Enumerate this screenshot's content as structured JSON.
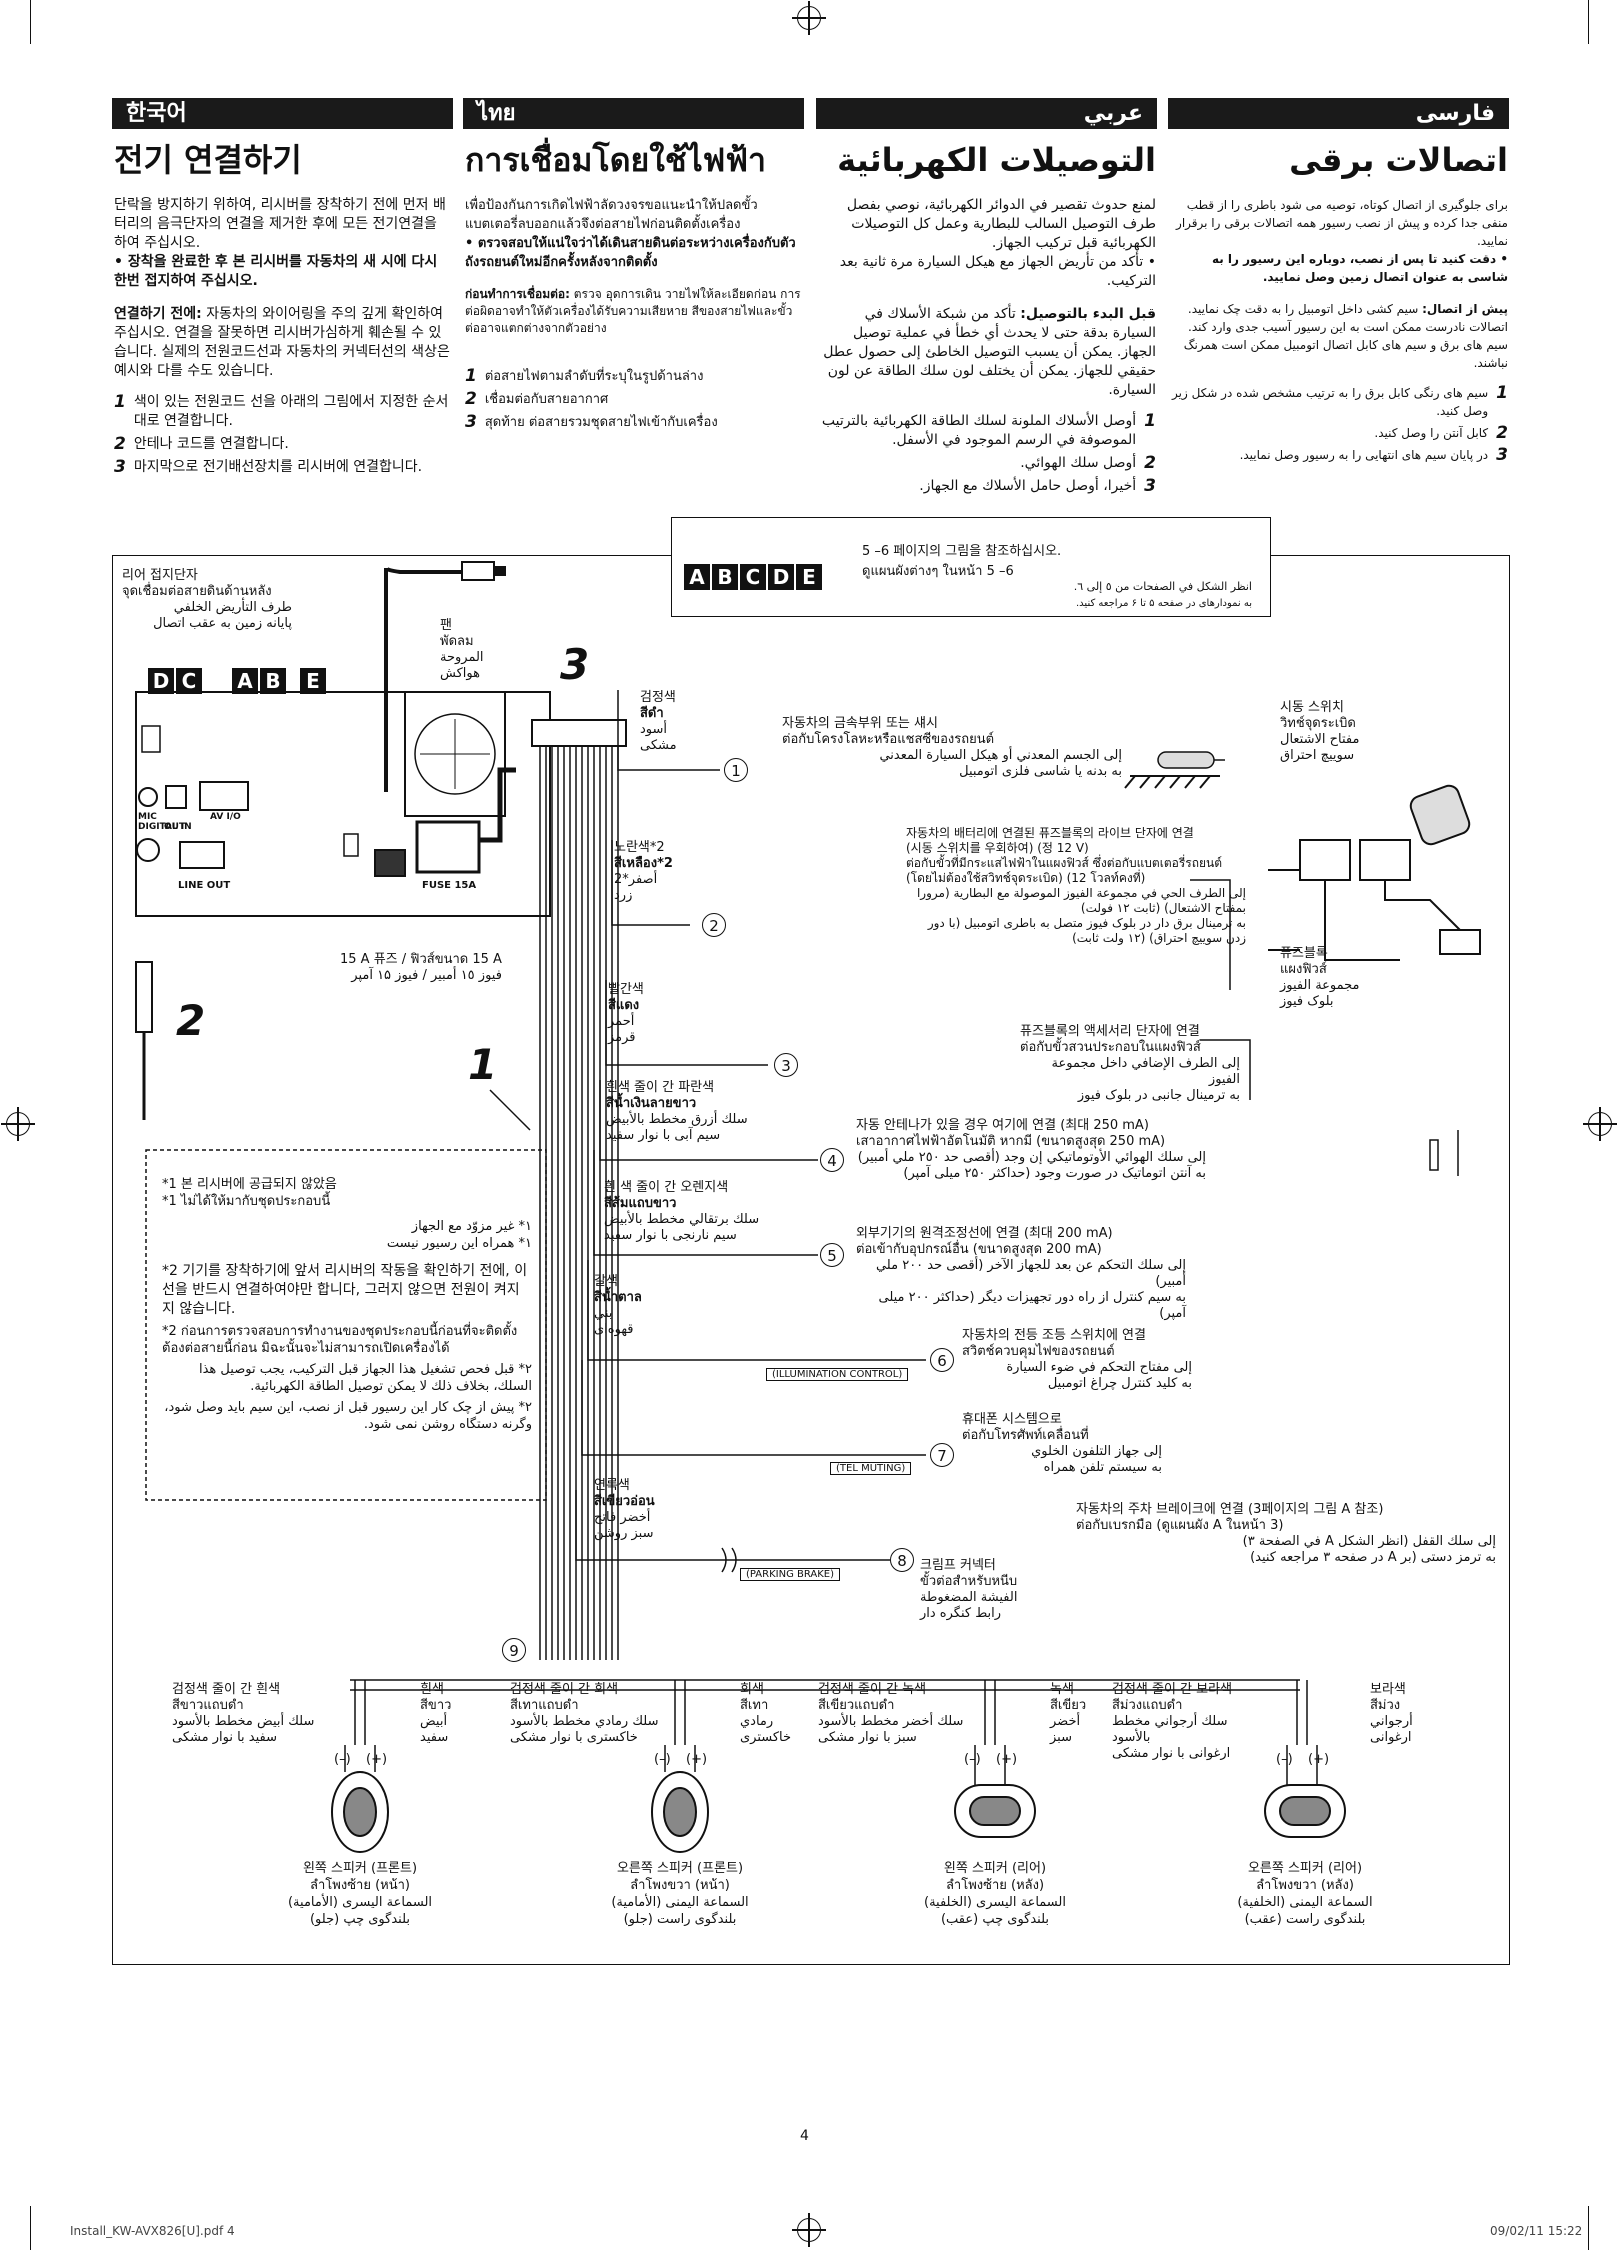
{
  "tabs": [
    "한국어",
    "ไทย",
    "عربي",
    "فارسی"
  ],
  "korean": {
    "title": "전기 연결하기",
    "intro": "단락을 방지하기 위하여, 리시버를 장착하기 전에 먼저 배터리의 음극단자의 연결을 제거한 후에 모든 전기연결을 하여 주십시오.",
    "bullet": "• 장착을 완료한 후 본 리시버를 자동차의 새 시에 다시 한번 접지하여 주십시오.",
    "before_label": "연결하기 전에:",
    "before_text": "자동차의 와이어링을 주의 깊게 확인하여 주십시오. 연결을 잘못하면 리시버가심하게 훼손될 수 있습니다. 실제의 전원코드선과 자동차의 커넥터선의 색상은예시와 다를 수도 있습니다.",
    "steps": [
      {
        "n": "1",
        "t": "색이 있는 전원코드 선을 아래의 그림에서 지정한 순서대로 연결합니다."
      },
      {
        "n": "2",
        "t": "안테나 코드를 연결합니다."
      },
      {
        "n": "3",
        "t": "마지막으로 전기배선장치를 리시버에 연결합니다."
      }
    ]
  },
  "thai": {
    "title": "การเชื่อมโดยใช้ไฟฟ้า",
    "intro": "เพื่อป้องกันการเกิดไฟฟ้าลัดวงจรขอแนะนำให้ปลดขั้วแบตเตอรี่ลบออกแล้วจึงต่อสายไฟก่อนติดตั้งเครื่อง",
    "bullet": "• ตรวจสอบให้แน่ใจว่าได้เดินสายดินต่อระหว่างเครื่องกับตัวถังรถยนต์ใหม่อีกครั้งหลังจากติดตั้ง",
    "before_label": "ก่อนทำการเชื่อมต่อ:",
    "before_text": "ตรวจ อุดการเดิน วายไฟให้ละเอียดก่อน การต่อผิดอาจทำให้ตัวเครื่องได้รับความเสียหาย สีของสายไฟและขั้วต่ออาจแตกต่างจากตัวอย่าง",
    "steps": [
      {
        "n": "1",
        "t": "ต่อสายไฟตามลำดับที่ระบุในรูปด้านล่าง"
      },
      {
        "n": "2",
        "t": "เชื่อมต่อกับสายอากาศ"
      },
      {
        "n": "3",
        "t": "สุดท้าย ต่อสายรวมชุดสายไฟเข้ากับเครื่อง"
      }
    ]
  },
  "arabic": {
    "title": "التوصيلات الكهربائية",
    "intro": "لمنع حدوث تقصير في الدوائر الكهربائية، نوصي بفصل طرف التوصيل السالب للبطارية وعمل كل التوصيلات الكهربائية قبل تركيب الجهاز.",
    "bullet": "• تأكد من تأريض الجهاز مع هيكل السيارة مرة ثانية بعد التركيب.",
    "before_label": "قبل البدء بالتوصيل:",
    "before_text": "تأكد من شبكة الأسلاك في السيارة بدقة حتى لا يحدث أي خطأ في عملية توصيل الجهاز. يمكن أن يسبب التوصيل الخاطئ إلى حصول عطل حقيقي للجهاز. يمكن أن يختلف لون سلك الطاقة عن لون السيارة.",
    "steps": [
      {
        "n": "1",
        "t": "أوصل الأسلاك الملونة لسلك الطاقة الكهربائية بالترتيب الموصوفة في الرسم الموجود في الأسفل."
      },
      {
        "n": "2",
        "t": "أوصل سلك الهوائي."
      },
      {
        "n": "3",
        "t": "أخيرا، أوصل حامل الأسلاك مع الجهاز."
      }
    ]
  },
  "persian": {
    "title": "اتصالات برقی",
    "intro": "برای جلوگیری از اتصال کوتاه، توصیه می شود باطری را از قطب منفی جدا کرده و پیش از نصب رسیور همه اتصالات برقی را برقرار نمایید.",
    "bullet": "• دقت کنید تا پس از نصب، دوباره این رسیور را به شاسی به عنوان اتصال زمین وصل نمایید.",
    "before_label": "پیش از اتصال:",
    "before_text": "سیم کشی داخل اتومبیل را به دقت چک نمایید. اتصالات نادرست ممکن است به این رسیور آسیب جدی وارد کند. سیم های برق و سیم های کابل اتصال اتومبیل ممکن است همرنگ نباشند.",
    "steps": [
      {
        "n": "1",
        "t": "سیم های رنگی کابل برق را به ترتیب مشخص شده در شکل زیر وصل کنید."
      },
      {
        "n": "2",
        "t": "کابل آنتن را وصل کنید."
      },
      {
        "n": "3",
        "t": "در پایان سیم های انتهایی را به رسیور وصل نمایید."
      }
    ]
  },
  "ref_box": {
    "letters": [
      "A",
      "B",
      "C",
      "D",
      "E"
    ],
    "ko": "5 –6 페이지의 그림을 참조하십시오.",
    "th": "ดูแผนผังต่างๆ ในหน้า 5 –6",
    "ar": "انظر الشكل في الصفحات من ٥ إلى ٦.",
    "fa": "به نمودارهای در صفحه ۵ تا ۶ مراجعه کنید."
  },
  "rear_terminal": [
    "리어 접지단자",
    "จุดเชื่อมต่อสายดินด้านหลัง",
    "طرف التأريض الخلفي",
    "پایانه زمین به عقب اتصال"
  ],
  "fan": [
    "팬",
    "พัดลม",
    "المروحة",
    "هواکش"
  ],
  "panel": {
    "letters": [
      "D",
      "C",
      "A",
      "B",
      "E"
    ],
    "mic_label": "MIC DIGITAL IN",
    "out_label": "OUT",
    "av_label": "AV I/O",
    "line_out": "LINE OUT",
    "fuse": "FUSE 15A"
  },
  "fuse_caption": [
    "15 A 퓨즈 / ฟิวส์ขนาด 15 A",
    "فيوز ١٥ أمبير / فیوز ۱۵ آمپر"
  ],
  "big_numbers": [
    "1",
    "2",
    "3"
  ],
  "wires": [
    {
      "n": "1",
      "color": [
        "검정색",
        "สีดำ",
        "أسود",
        "مشکی"
      ],
      "desc": [
        "자동차의 금속부위 또는 섀시",
        "ต่อกับโครงโลหะหรือแชสซีของรถยนต์",
        "إلى الجسم المعدني أو هيكل السيارة المعدني",
        "به بدنه یا شاسی فلزی اتومبیل"
      ]
    },
    {
      "n": "2",
      "color": [
        "노란색*2",
        "สีเหลือง*2",
        "أصفر*2",
        "زرد"
      ],
      "desc": [
        "자동차의 배터리에 연결된 퓨즈블록의 라이브 단자에 연결",
        "(시동 스위치를 우회하여) (정 12 V)",
        "ต่อกับขั้วที่มีกระแสไฟฟ้าในแผงฟิวส์ ซึ่งต่อกับแบตเตอรี่รถยนต์",
        "(โดยไม่ต้องใช้สวิทช์จุดระเบิด) (12 โวลท์คงที่)",
        "إلى الطرف الحي في مجموعة الفيوز الموصولة مع البطارية (مرورا بمفتاح الاشتعال) (ثابت ١٢ فولت)",
        "به ترمینال برق دار در بلوک فیوز متصل به باطری اتومبیل (با دور زدن سوییچ احتراق) (۱۲ ولت ثابت)"
      ]
    },
    {
      "n": "3",
      "color": [
        "빨간색",
        "สีแดง",
        "أحمر",
        "قرمز"
      ],
      "desc": [
        "퓨즈블록의 액세서리 단자에 연결",
        "ต่อกับขั้วสวนประกอบในแผงฟิวส์",
        "إلى الطرف الإضافي داخل مجموعة الفيوز",
        "به ترمینال جانبی در بلوک فیوز"
      ]
    },
    {
      "n": "4",
      "color": [
        "흰색 줄이 간 파란색",
        "สีน้ำเงินลายขาว",
        "سلك أزرق مخطط بالأبيض",
        "سیم آبی با نوار سفید"
      ],
      "desc": [
        "자동 안테나가 있을 경우 여기에 연결 (최대 250 mA)",
        "เสาอากาศไฟฟ้าอัตโนมัติ หากมี (ขนาดสูงสุด 250 mA)",
        "إلى سلك الهوائي الأوتوماتيكي إن وجد (أقصى حد ٢٥٠ ملي أمبير)",
        "به آنتن اتوماتیک در صورت وجود (حداکثر ۲۵۰ میلی آمپر)"
      ]
    },
    {
      "n": "5",
      "color": [
        "흰 색 줄이 간 오렌지색",
        "สีส้มแถบขาว",
        "سلك برتقالي مخطط بالأبيض",
        "سیم نارنجی با نوار سفید"
      ],
      "desc": [
        "외부기기의 원격조정선에 연결 (최대 200 mA)",
        "ต่อเข้ากับอุปกรณ์อื่น (ขนาดสูงสุด 200 mA)",
        "إلى سلك التحكم عن بعد للجهاز الآخر (أقصى حد ٢٠٠ ملي أمبير)",
        "به سیم کنترل از راه دور تجهیزات دیگر (حداکثر ۲۰۰ میلی آمپر)"
      ],
      "tag": ""
    },
    {
      "n": "6",
      "color": [
        "갈색",
        "สีน้ำตาล",
        "بني",
        "قهوه‌ای"
      ],
      "desc": [
        "자동차의 전등 조등 스위치에 연결",
        "สวิตช์ควบคุมไฟของรถยนต์",
        "إلى مفتاح التحكم في ضوء السيارة",
        "به کلید کنترل چراغ اتومبیل"
      ],
      "tag": "(ILLUMINATION CONTROL)"
    },
    {
      "n": "7",
      "color": [],
      "desc": [
        "휴대폰 시스템으로",
        "ต่อกับโทรศัพท์เคลื่อนที่",
        "إلى جهاز التلفون الخلوي",
        "به سیستم تلفن همراه"
      ],
      "tag": "(TEL MUTING)"
    },
    {
      "n": "8",
      "color": [
        "연록색",
        "สีเขียวอ่อน",
        "أخضر فاتح",
        "سبز روشن"
      ],
      "desc": [
        "자동차의 주차 브레이크에 연결 (3페이지의 그림 A 참조)",
        "ต่อกับเบรกมือ (ดูแผนผัง A ในหน้า 3)",
        "إلى سلك القفل (انظر الشكل A في الصفحة ٣)",
        "به ترمز دستی (بر A در صفحه ۳ مراجعه کنید)"
      ],
      "tag": "(PARKING BRAKE)"
    }
  ],
  "clamp_connector": [
    "크림프 커넥터",
    "ขั้วต่อสำหรับหนีบ",
    "الفيشة المضغوطة",
    "رابط کنگره دار"
  ],
  "ignition": [
    "시동 스위치",
    "วิทช์จุดระเบิด",
    "مفتاح الاشتعال",
    "سوییچ احتراق"
  ],
  "fuse_block": [
    "퓨즈블록",
    "แผงฟิวส์",
    "مجموعة الفيوز",
    "بلوک فیوز"
  ],
  "footnotes": {
    "ko1": "*1 본 리시버에 공급되지 않았음",
    "th1": "*1 ไม่ได้ให้มากับชุดประกอบนี้",
    "ar1": "١* غير مزوّد مع الجهاز",
    "fa1": "١* همراه این رسیور نیست",
    "ko2": "*2 기기를 장착하기에 앞서 리시버의 작동을 확인하기 전에, 이 선을 반드시 연결하여야만 합니다, 그러지 않으면 전원이 켜지지 않습니다.",
    "th2": "*2 ก่อนการตรวจสอบการทำงานของชุดประกอบนี้ก่อนที่จะติดตั้ง ต้องต่อสายนี้ก่อน มิฉะนั้นจะไม่สามารถเปิดเครื่องได้",
    "ar2": "٢* قبل فحص تشغيل هذا الجهاز قبل التركيب، يجب توصيل هذا السلك، بخلاف ذلك لا يمكن توصيل الطاقة الكهربائية.",
    "fa2": "٢* پیش از چک کار این رسیور قبل از نصب، این سیم باید وصل شود، وگرنه دستگاه روشن نمی شود."
  },
  "speakers": [
    {
      "name": [
        "왼쪽 스피커 (프론트)",
        "ลำโพงซ้าย (หน้า)",
        "السماعة اليسرى (الأمامية)",
        "بلندگوی چپ (جلو)"
      ],
      "neg": [
        "검정색 줄이 간 흰색",
        "สีขาวแถบดำ",
        "سلك أبيض مخطط بالأسود",
        "سفید با نوار مشکی"
      ],
      "pos": [
        "흰색",
        "สีขาว",
        "أبيض",
        "سفید"
      ]
    },
    {
      "name": [
        "오른쪽 스피커 (프론트)",
        "ลำโพงขวา (หน้า)",
        "السماعة اليمنى (الأمامية)",
        "بلندگوی راست (جلو)"
      ],
      "neg": [
        "검정색 줄이 간 회색",
        "สีเทาแถบดำ",
        "سلك رمادي مخطط بالأسود",
        "خاکستری با نوار مشکی"
      ],
      "pos": [
        "회색",
        "สีเทา",
        "رمادي",
        "خاکستری"
      ]
    },
    {
      "name": [
        "왼쪽 스피커 (리어)",
        "ลำโพงซ้าย (หลัง)",
        "السماعة اليسرى (الخلفية)",
        "بلندگوی چپ (عقب)"
      ],
      "neg": [
        "검정색 줄이 간 녹색",
        "สีเขียวแถบดำ",
        "سلك أخضر مخطط بالأسود",
        "سبز با نوار مشکی"
      ],
      "pos": [
        "녹색",
        "สีเขียว",
        "أخضر",
        "سبز"
      ]
    },
    {
      "name": [
        "오른쪽 스피커 (리어)",
        "ลำโพงขวา (หลัง)",
        "السماعة اليمنى (الخلفية)",
        "بلندگوی راست (عقب)"
      ],
      "neg": [
        "검정색 줄이 간 보라색",
        "สีม่วงแถบดำ",
        "سلك أرجواني مخطط بالأسود",
        "ارغوانی با نوار مشکی"
      ],
      "pos": [
        "보라색",
        "สีม่วง",
        "أرجواني",
        "ارغوانی"
      ]
    }
  ],
  "sym_minus": "(–)",
  "sym_plus": "(+)",
  "circle9": "9",
  "page_number": "4",
  "footer_left": "Install_KW-AVX826[U].pdf   4",
  "footer_right": "09/02/11   15:22"
}
